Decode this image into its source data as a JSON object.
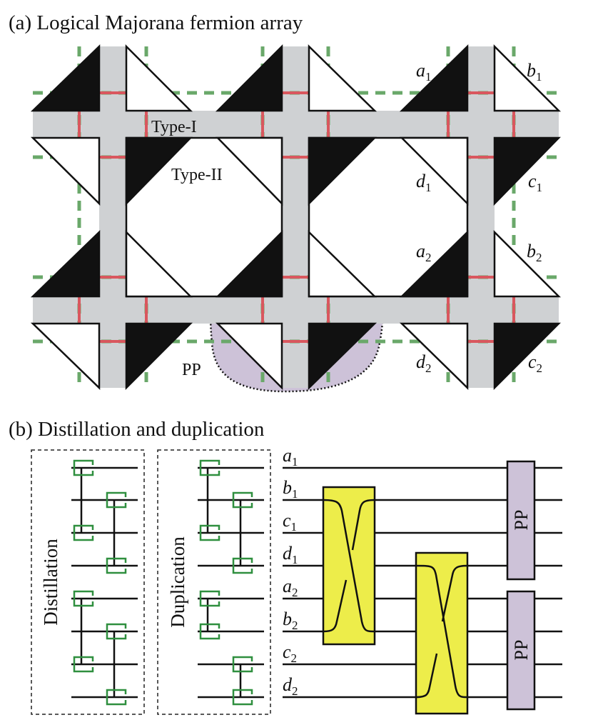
{
  "panel_a": {
    "title": "(a) Logical Majorana fermion array",
    "type1": "Type-I",
    "type2": "Type-II",
    "pp": "PP",
    "labels": [
      {
        "letter": "a",
        "sub": "1"
      },
      {
        "letter": "b",
        "sub": "1"
      },
      {
        "letter": "d",
        "sub": "1"
      },
      {
        "letter": "c",
        "sub": "1"
      },
      {
        "letter": "a",
        "sub": "2"
      },
      {
        "letter": "b",
        "sub": "2"
      },
      {
        "letter": "d",
        "sub": "2"
      },
      {
        "letter": "c",
        "sub": "2"
      }
    ]
  },
  "panel_b": {
    "title": "(b) Distillation and duplication",
    "distillation": "Distillation",
    "duplication": "Duplication",
    "wires": [
      {
        "letter": "a",
        "sub": "1"
      },
      {
        "letter": "b",
        "sub": "1"
      },
      {
        "letter": "c",
        "sub": "1"
      },
      {
        "letter": "d",
        "sub": "1"
      },
      {
        "letter": "a",
        "sub": "2"
      },
      {
        "letter": "b",
        "sub": "2"
      },
      {
        "letter": "c",
        "sub": "2"
      },
      {
        "letter": "d",
        "sub": "2"
      }
    ],
    "pp_top": "PP",
    "pp_bottom": "PP"
  },
  "colors": {
    "gray_channel": "#cfd1d3",
    "red_link": "#d9575e",
    "green_dash": "#6aa86a",
    "purple": "#cdc2d8",
    "yellow": "#eded4a",
    "green_bracket": "#2f8f3f"
  }
}
